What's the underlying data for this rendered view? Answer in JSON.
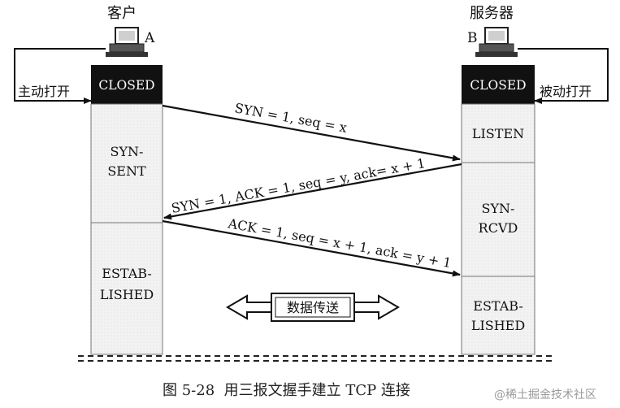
{
  "hosts": {
    "client": {
      "name": "客户",
      "letter": "A",
      "action": "主动打开"
    },
    "server": {
      "name": "服务器",
      "letter": "B",
      "action": "被动打开"
    }
  },
  "client_states": {
    "closed": "CLOSED",
    "syn_sent_1": "SYN-",
    "syn_sent_2": "SENT",
    "established_1": "ESTAB-",
    "established_2": "LISHED"
  },
  "server_states": {
    "closed": "CLOSED",
    "listen": "LISTEN",
    "syn_rcvd_1": "SYN-",
    "syn_rcvd_2": "RCVD",
    "established_1": "ESTAB-",
    "established_2": "LISHED"
  },
  "messages": {
    "syn": "SYN = 1, seq = x",
    "syn_ack": "SYN = 1, ACK = 1, seq = y, ack= x + 1",
    "ack": "ACK = 1, seq = x + 1, ack = y + 1"
  },
  "data_transfer": "数据传送",
  "caption": "图 5-28  用三报文握手建立 TCP 连接",
  "watermark": "@稀土掘金技术社区"
}
